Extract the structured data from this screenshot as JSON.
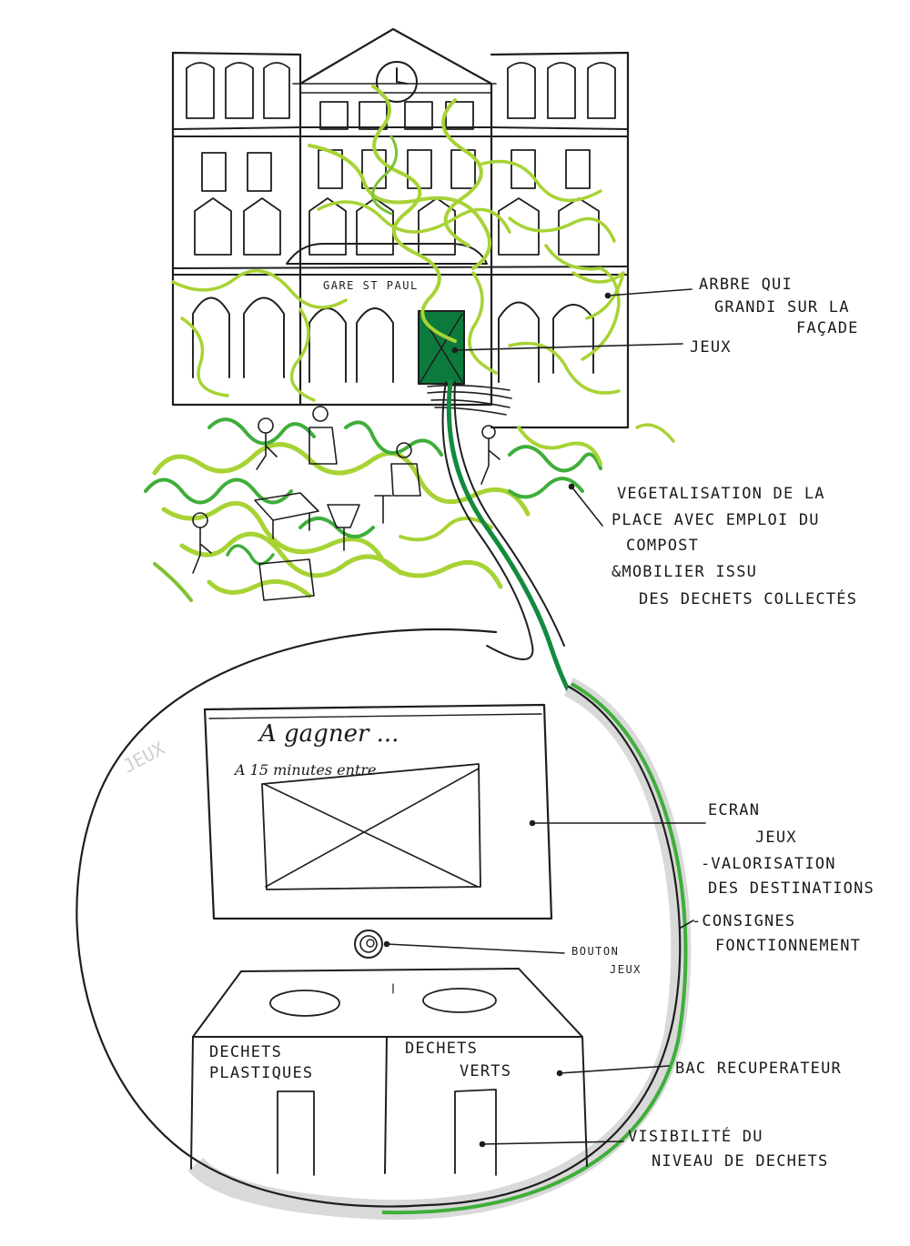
{
  "station_sign": "GARE ST PAUL",
  "ghost_label": "JEUX",
  "screen": {
    "headline": "A gagner ...",
    "subline": "A 15 minutes entre"
  },
  "bins": {
    "left": [
      "DECHETS",
      "PLASTIQUES"
    ],
    "right": [
      "DECHETS",
      "VERTS"
    ]
  },
  "annotations": [
    {
      "id": "tree",
      "lines": [
        "ARBRE QUI",
        "GRANDI SUR LA",
        "FAÇADE"
      ]
    },
    {
      "id": "jeux",
      "lines": [
        "JEUX"
      ]
    },
    {
      "id": "vegetalisation",
      "lines": [
        "VEGETALISATION DE LA",
        "PLACE AVEC EMPLOI DU",
        "COMPOST",
        "&MOBILIER ISSU",
        "DES DECHETS COLLECTÉS"
      ]
    },
    {
      "id": "ecran",
      "lines": [
        "ECRAN",
        "JEUX",
        "-VALORISATION",
        "DES DESTINATIONS",
        "-CONSIGNES",
        "FONCTIONNEMENT"
      ]
    },
    {
      "id": "bouton",
      "lines": [
        "BOUTON",
        "JEUX"
      ]
    },
    {
      "id": "bac",
      "lines": [
        "BAC RECUPERATEUR"
      ]
    },
    {
      "id": "visibilite",
      "lines": [
        "VISIBILITÉ DU",
        "NIVEAU DE DECHETS"
      ]
    }
  ],
  "colors": {
    "ink": "#1e1e1e",
    "lime": "#a7d334",
    "green": "#3fae3a",
    "dark_green": "#138a3e",
    "door": "#0c7a3c",
    "shadow": "#d9d9d9"
  }
}
